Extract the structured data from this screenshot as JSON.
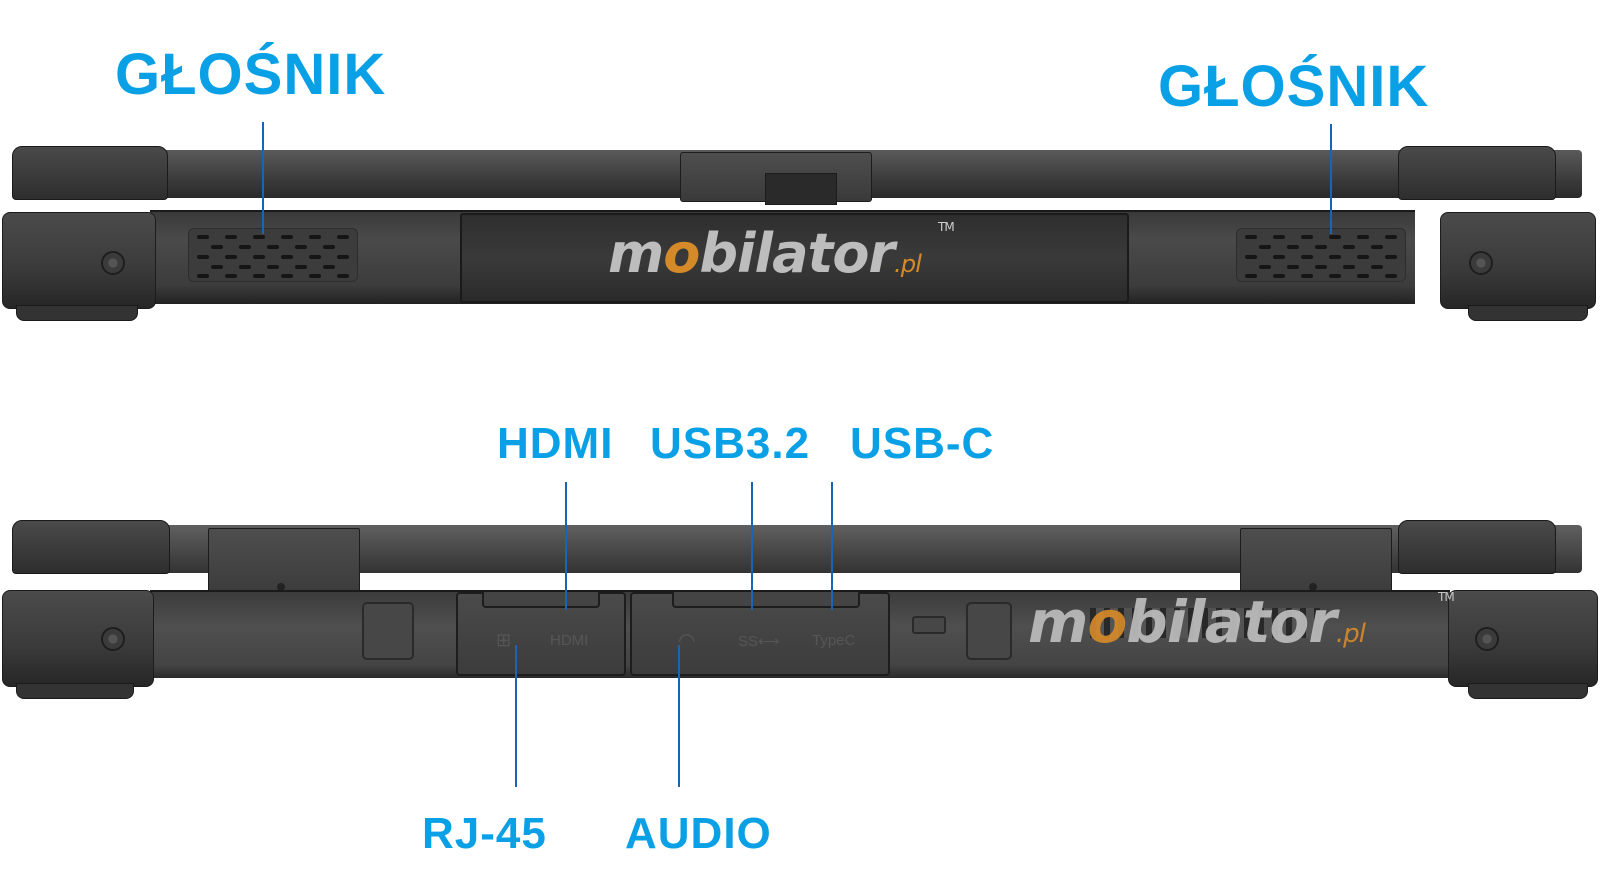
{
  "brand": {
    "name_prefix": "m",
    "name_o": "o",
    "name_suffix": "bilator",
    "tld": ".pl",
    "tm": "TM",
    "accent": "#0aa0e6",
    "logo_orange": "#d58a2a"
  },
  "top_view": {
    "labels": {
      "left_speaker": "GŁOŚNIK",
      "right_speaker": "GŁOŚNIK"
    }
  },
  "bottom_view": {
    "labels": {
      "hdmi": "HDMI",
      "usb32": "USB3.2",
      "usbc": "USB-C",
      "rj45": "RJ-45",
      "audio": "AUDIO"
    },
    "etched": {
      "hdmi": "HDMI",
      "usb": "SS⟷",
      "typec": "TypeC"
    }
  }
}
